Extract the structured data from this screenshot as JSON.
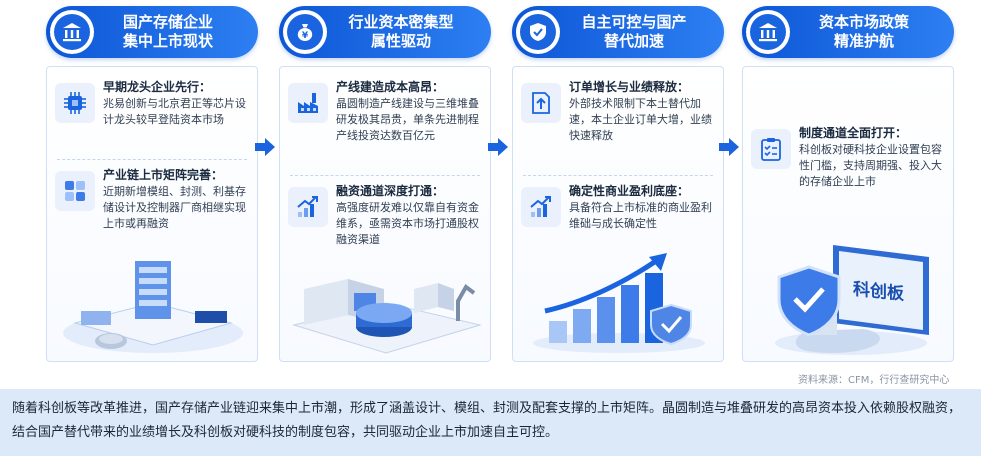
{
  "columns": [
    {
      "title": "国产存储企业\n集中上市现状",
      "icon": "bank-icon",
      "items": [
        {
          "title": "早期龙头企业先行：",
          "body": "兆易创新与北京君正等芯片设计龙头较早登陆资本市场",
          "icon": "chip-icon"
        },
        {
          "title": "产业链上市矩阵完善：",
          "body": "近期新增模组、封测、利基存储设计及控制器厂商相继实现上市或再融资",
          "icon": "grid-icon"
        }
      ]
    },
    {
      "title": "行业资本密集型\n属性驱动",
      "icon": "money-bag-icon",
      "items": [
        {
          "title": "产线建造成本高昂：",
          "body": "晶圆制造产线建设与三维堆叠研发极其昂贵，单条先进制程产线投资达数百亿元",
          "icon": "factory-icon"
        },
        {
          "title": "融资通道深度打通：",
          "body": "高强度研发难以仅靠自有资金维系，亟需资本市场打通股权融资渠道",
          "icon": "growth-chart-icon"
        }
      ]
    },
    {
      "title": "自主可控与国产\n替代加速",
      "icon": "shield-check-icon",
      "items": [
        {
          "title": "订单增长与业绩释放：",
          "body": "外部技术限制下本土替代加速，本土企业订单大增，业绩快速释放",
          "icon": "upload-icon"
        },
        {
          "title": "确定性商业盈利底座：",
          "body": "具备符合上市标准的商业盈利维础与成长确定性",
          "icon": "growth-chart-icon"
        }
      ]
    },
    {
      "title": "资本市场政策\n精准护航",
      "icon": "institution-icon",
      "items": [
        {
          "title": "制度通道全面打开：",
          "body": "科创板对硬科技企业设置包容性门槛，支持周期强、投入大的存储企业上市",
          "icon": "checklist-icon"
        }
      ],
      "board_label": "科创板"
    }
  ],
  "source": "资料来源：CFM，行行查研究中心",
  "summary": "随着科创板等改革推进，国产存储产业链迎来集中上市潮，形成了涵盖设计、模组、封测及配套支撑的上市矩阵。晶圆制造与堆叠研发的高昂资本投入依赖股权融资，结合国产替代带来的业绩增长及科创板对硬科技的制度包容，共同驱动企业上市加速自主可控。",
  "colors": {
    "primary": "#1a64e0",
    "header_start": "#0d56d6",
    "header_end": "#2d7ff2",
    "summary_bg": "#dbe9f8"
  }
}
